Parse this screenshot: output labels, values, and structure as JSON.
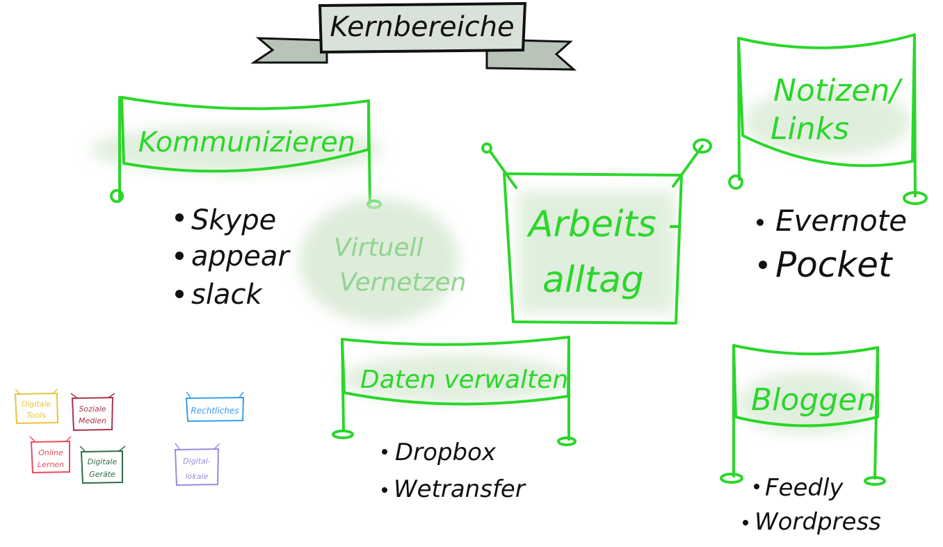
{
  "title": "Kernbereiche",
  "center": {
    "line1": "Arbeits -",
    "line2": "alltag"
  },
  "kommunizieren": {
    "label": "Kommunizieren",
    "items": [
      "Skype",
      "appear",
      "slack"
    ]
  },
  "virtuell": {
    "line1": "Virtuell",
    "line2": "Vernetzen"
  },
  "notizen": {
    "line1": "Notizen/",
    "line2": "Links",
    "items": [
      "Evernote",
      "Pocket"
    ]
  },
  "daten": {
    "label": "Daten verwalten",
    "items": [
      "Dropbox",
      "Wetransfer"
    ]
  },
  "bloggen": {
    "label": "Bloggen",
    "items": [
      "Feedly",
      "Wordpress"
    ]
  },
  "thumbnails": [
    {
      "line1": "Digitale",
      "line2": "Tools",
      "color": "#e8c53a"
    },
    {
      "line1": "Soziale",
      "line2": "Medien",
      "color": "#a8324a"
    },
    {
      "line1": "Rechtliches",
      "line2": "",
      "color": "#3a9be8"
    },
    {
      "line1": "Online",
      "line2": "Lernen",
      "color": "#e84a5a"
    },
    {
      "line1": "Digitale",
      "line2": "Geräte",
      "color": "#2e6b4a"
    },
    {
      "line1": "Digital-",
      "line2": "lokale",
      "color": "#9a8ae0"
    }
  ],
  "colors": {
    "accent": "#2bd62b",
    "ink": "#111111",
    "wash": "#dcecd8",
    "ribbon": "#cfd8cf"
  }
}
